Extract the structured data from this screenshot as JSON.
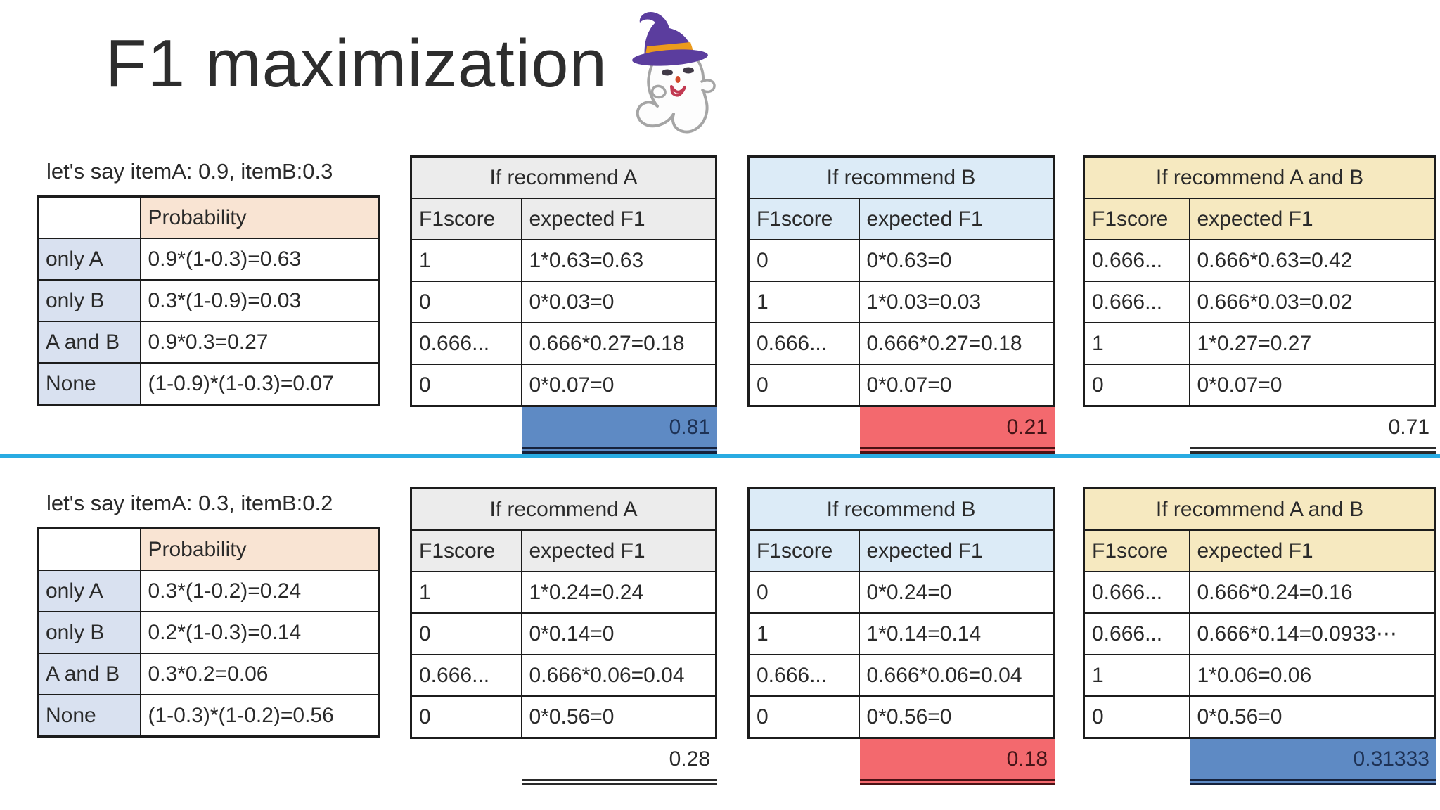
{
  "title": "F1 maximization",
  "illustration": "ghost-with-witch-hat",
  "colors": {
    "divider": "#29abe2",
    "total_highlight_blue": "#5e8ac4",
    "total_highlight_red": "#f3696e",
    "probability_header_bg": "#f9e4d3",
    "row_label_bg": "#d9e1f0",
    "recommend_a_header_bg": "#ececec",
    "recommend_b_header_bg": "#dcebf7",
    "recommend_ab_header_bg": "#f6e9c0"
  },
  "sections": [
    {
      "label": "let's say itemA: 0.9, itemB:0.3",
      "probability_table": {
        "header": "Probability",
        "rows": [
          {
            "label": "only A",
            "value": "0.9*(1-0.3)=0.63"
          },
          {
            "label": "only B",
            "value": "0.3*(1-0.9)=0.03"
          },
          {
            "label": "A and B",
            "value": "0.9*0.3=0.27"
          },
          {
            "label": "None",
            "value": "(1-0.9)*(1-0.3)=0.07"
          }
        ]
      },
      "option_tables": [
        {
          "title": "If recommend A",
          "f1score_header": "F1score",
          "expected_header": "expected F1",
          "rows": [
            {
              "f1score": "1",
              "expected": "1*0.63=0.63"
            },
            {
              "f1score": "0",
              "expected": "0*0.03=0"
            },
            {
              "f1score": "0.666...",
              "expected": "0.666*0.27=0.18"
            },
            {
              "f1score": "0",
              "expected": "0*0.07=0"
            }
          ],
          "total": "0.81",
          "highlight": "blue"
        },
        {
          "title": "If recommend B",
          "f1score_header": "F1score",
          "expected_header": "expected F1",
          "rows": [
            {
              "f1score": "0",
              "expected": "0*0.63=0"
            },
            {
              "f1score": "1",
              "expected": "1*0.03=0.03"
            },
            {
              "f1score": "0.666...",
              "expected": "0.666*0.27=0.18"
            },
            {
              "f1score": "0",
              "expected": "0*0.07=0"
            }
          ],
          "total": "0.21",
          "highlight": "red"
        },
        {
          "title": "If recommend A and B",
          "f1score_header": "F1score",
          "expected_header": "expected F1",
          "rows": [
            {
              "f1score": "0.666...",
              "expected": "0.666*0.63=0.42"
            },
            {
              "f1score": "0.666...",
              "expected": "0.666*0.03=0.02"
            },
            {
              "f1score": "1",
              "expected": "1*0.27=0.27"
            },
            {
              "f1score": "0",
              "expected": "0*0.07=0"
            }
          ],
          "total": "0.71",
          "highlight": "plain"
        }
      ]
    },
    {
      "label": "let's say itemA: 0.3, itemB:0.2",
      "probability_table": {
        "header": "Probability",
        "rows": [
          {
            "label": "only A",
            "value": "0.3*(1-0.2)=0.24"
          },
          {
            "label": "only B",
            "value": "0.2*(1-0.3)=0.14"
          },
          {
            "label": "A and B",
            "value": "0.3*0.2=0.06"
          },
          {
            "label": "None",
            "value": "(1-0.3)*(1-0.2)=0.56"
          }
        ]
      },
      "option_tables": [
        {
          "title": "If recommend A",
          "f1score_header": "F1score",
          "expected_header": "expected F1",
          "rows": [
            {
              "f1score": "1",
              "expected": "1*0.24=0.24"
            },
            {
              "f1score": "0",
              "expected": "0*0.14=0"
            },
            {
              "f1score": "0.666...",
              "expected": "0.666*0.06=0.04"
            },
            {
              "f1score": "0",
              "expected": "0*0.56=0"
            }
          ],
          "total": "0.28",
          "highlight": "plain"
        },
        {
          "title": "If recommend B",
          "f1score_header": "F1score",
          "expected_header": "expected F1",
          "rows": [
            {
              "f1score": "0",
              "expected": "0*0.24=0"
            },
            {
              "f1score": "1",
              "expected": "1*0.14=0.14"
            },
            {
              "f1score": "0.666...",
              "expected": "0.666*0.06=0.04"
            },
            {
              "f1score": "0",
              "expected": "0*0.56=0"
            }
          ],
          "total": "0.18",
          "highlight": "red"
        },
        {
          "title": "If recommend A and B",
          "f1score_header": "F1score",
          "expected_header": "expected F1",
          "rows": [
            {
              "f1score": "0.666...",
              "expected": "0.666*0.24=0.16"
            },
            {
              "f1score": "0.666...",
              "expected": "0.666*0.14=0.0933⋯"
            },
            {
              "f1score": "1",
              "expected": "1*0.06=0.06"
            },
            {
              "f1score": "0",
              "expected": "0*0.56=0"
            }
          ],
          "total": "0.31333",
          "highlight": "blue"
        }
      ]
    }
  ]
}
